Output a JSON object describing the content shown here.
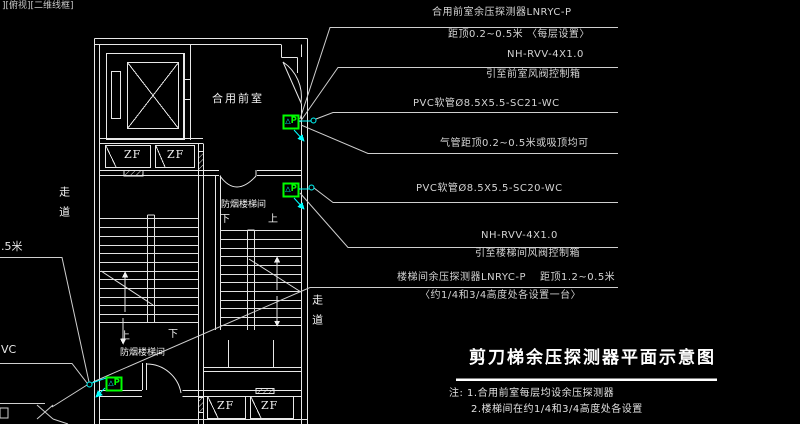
{
  "viewport_label": "][俯视][二维线框]",
  "colors": {
    "background": "#000000",
    "line": "#e8e8e8",
    "detector_green": "#00ff00",
    "accent_cyan": "#00ffff",
    "text": "#d4d4d4"
  },
  "plan": {
    "room_label": "合用前室",
    "corridor_left": "走道",
    "corridor_right": "走道",
    "stair_label_right": "防烟楼梯间",
    "stair_label_bottom": "防烟楼梯间",
    "up_label": "上",
    "down_label": "下",
    "damper_label": "ZF",
    "detector": {
      "triangle": "△",
      "letter": "P"
    }
  },
  "annotations_right": [
    {
      "above": "合用前室余压探测器LNRYC-P",
      "below": "距顶0.2~0.5米 〈每层设置〉"
    },
    {
      "above": "NH-RVV-4X1.0",
      "below": "引至前室风阀控制箱"
    },
    {
      "above": "PVC软管Ø8.5X5.5-SC21-WC",
      "below": ""
    },
    {
      "above": "气管距顶0.2~0.5米或吸顶均可",
      "below": ""
    },
    {
      "above": "PVC软管Ø8.5X5.5-SC20-WC",
      "below": ""
    },
    {
      "above": "NH-RVV-4X1.0",
      "below": "引至楼梯间风阀控制箱"
    },
    {
      "above": "楼梯间余压探测器LNRYC-P",
      "above_right": "距顶1.2~0.5米",
      "below": "〈约1/4和3/4高度处各设置一台〉"
    }
  ],
  "annotations_left": {
    "cut_top": ".5米",
    "cut_bottom": "VC"
  },
  "title_block": {
    "title": "剪刀梯余压探测器平面示意图",
    "notes": [
      "注: 1.合用前室每层均设余压探测器",
      "2.楼梯间在约1/4和3/4高度处各设置"
    ]
  }
}
